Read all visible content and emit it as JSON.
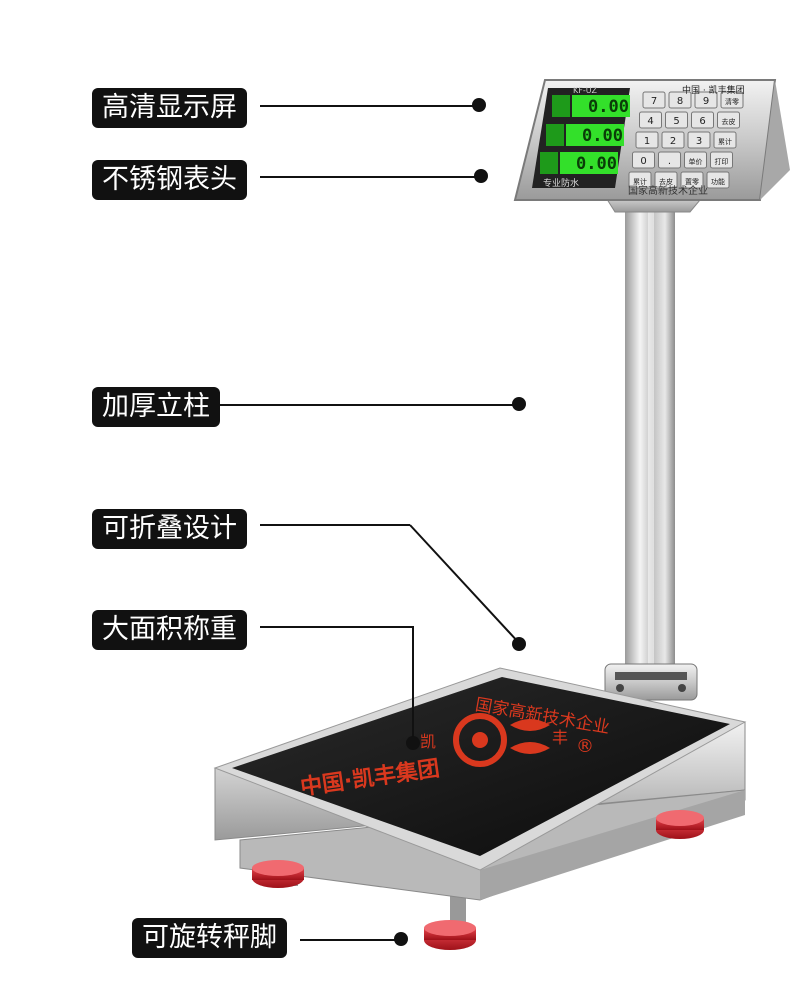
{
  "callouts": [
    {
      "id": "display",
      "text": "高清显示屏"
    },
    {
      "id": "head",
      "text": "不锈钢表头"
    },
    {
      "id": "column",
      "text": "加厚立柱"
    },
    {
      "id": "fold",
      "text": "可折叠设计"
    },
    {
      "id": "platform",
      "text": "大面积称重"
    },
    {
      "id": "feet",
      "text": "可旋转秤脚"
    }
  ],
  "scale_head": {
    "brand": "中国 · 凯丰集团",
    "model": "KF-UZ",
    "display_values": [
      "0.00",
      "0.00",
      "0.00"
    ],
    "keys": [
      "7",
      "8",
      "9",
      "清零",
      "4",
      "5",
      "6",
      "去皮",
      "1",
      "2",
      "3",
      "累计",
      "0",
      ".",
      "单价",
      "打印",
      "累计",
      "去皮",
      "置零",
      "功能"
    ],
    "left_label": "专业防水",
    "bottom_label": "国家高新技术企业"
  },
  "platform": {
    "top_text": "国家高新技术企业",
    "logo_chars": [
      "凯",
      "丰"
    ],
    "bottom_text": "中国·凯丰集团",
    "registered": "®"
  },
  "colors": {
    "accent": "#d9381e",
    "display_green": "#33e02a",
    "foot_red": "#c8202a"
  }
}
